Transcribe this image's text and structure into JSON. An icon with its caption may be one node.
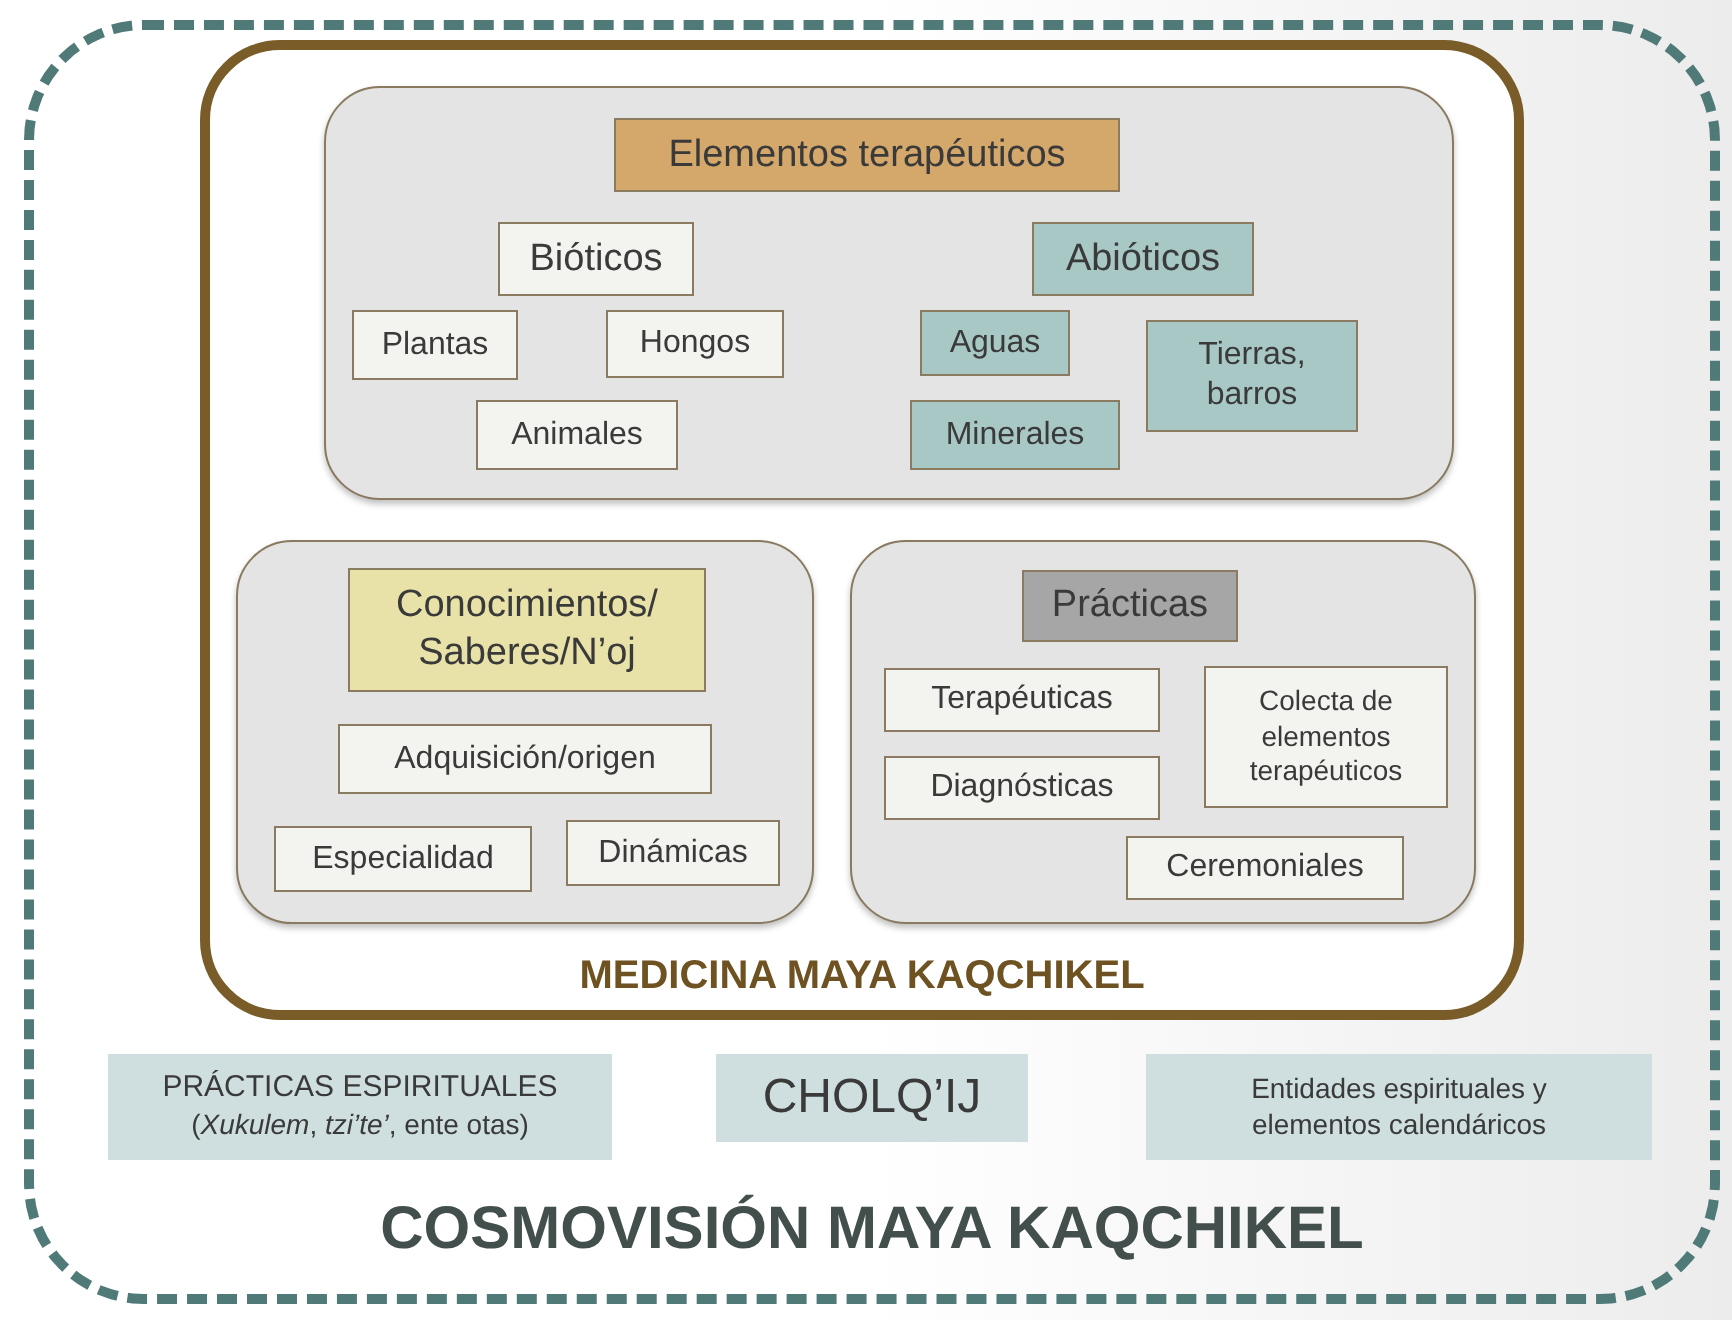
{
  "diagram": {
    "nodes": [
      {
        "text": [
          "COSMOVISIÓN MAYA KAQCHIKEL"
        ]
      },
      {
        "text": [
          "MEDICINA MAYA KAQCHIKEL"
        ],
        "in": 0
      },
      {
        "text": [],
        "shape": "box",
        "in": 1
      },
      {
        "text": [
          "Elementos terapéuticos"
        ],
        "in": 2
      },
      {
        "text": [
          "Bióticos"
        ],
        "in": 2
      },
      {
        "text": [
          "Abióticos"
        ],
        "in": 2
      },
      {
        "text": [
          "Plantas"
        ],
        "in": 2
      },
      {
        "text": [
          "Hongos"
        ],
        "in": 2
      },
      {
        "text": [
          "Aguas"
        ],
        "in": 2
      },
      {
        "text": [
          "Tierras, barros"
        ],
        "in": 2
      },
      {
        "text": [
          "Animales"
        ],
        "in": 2
      },
      {
        "text": [
          "Minerales"
        ],
        "in": 2
      },
      {
        "text": [],
        "shape": "box",
        "in": 1
      },
      {
        "text": [
          "Conocimientos/ Saberes/N’oj"
        ],
        "in": 12
      },
      {
        "text": [
          "Adquisición/origen"
        ],
        "in": 12
      },
      {
        "text": [
          "Especialidad"
        ],
        "in": 12
      },
      {
        "text": [
          "Dinámicas"
        ],
        "in": 12
      },
      {
        "text": [],
        "shape": "box",
        "in": 1
      },
      {
        "text": [
          "Prácticas"
        ],
        "in": 17
      },
      {
        "text": [
          "Terapéuticas"
        ],
        "in": 17
      },
      {
        "text": [
          "Colecta de elementos terapéuticos"
        ],
        "in": 17
      },
      {
        "text": [
          "Diagnósticas"
        ],
        "in": 17
      },
      {
        "text": [
          "Ceremoniales"
        ],
        "in": 17
      },
      {
        "text": [
          "PRÁCTICAS ESPIRITUALES",
          "(*Xukulem*, *tzi’te’*, ente otas)"
        ],
        "in": 0
      },
      {
        "text": [
          "CHOLQ’IJ"
        ],
        "in": 0
      },
      {
        "text": [
          "Entidades espirituales y elementos calendáricos"
        ],
        "in": 0
      }
    ]
  }
}
